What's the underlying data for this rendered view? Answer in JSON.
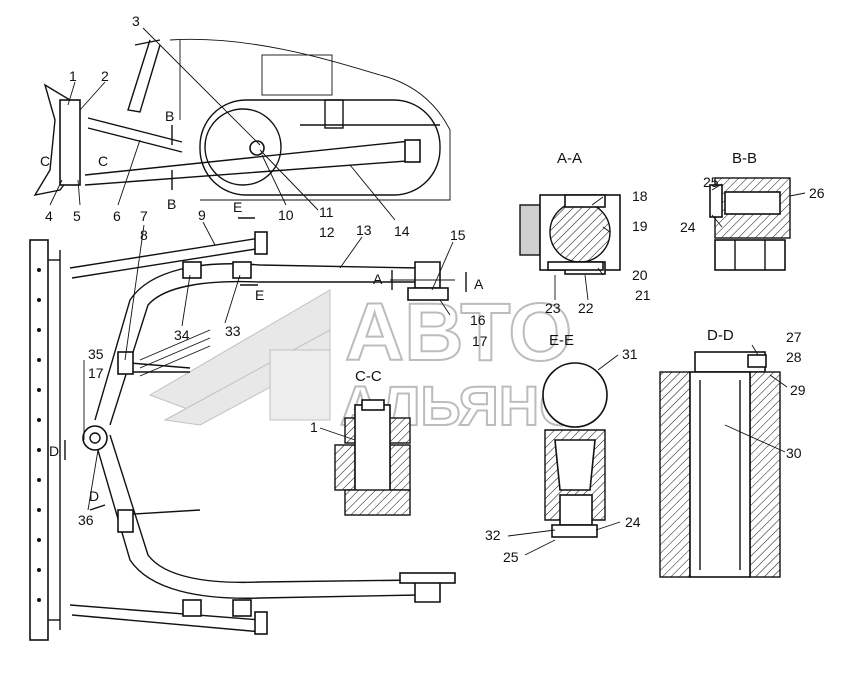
{
  "watermark": {
    "line1": "АВТО",
    "line2": "АЛЬЯНС"
  },
  "section_titles": {
    "aa": "A-A",
    "bb": "B-B",
    "cc": "C-C",
    "dd": "D-D",
    "ee": "E-E"
  },
  "cut_marks": {
    "a": "A",
    "b": "B",
    "c": "C",
    "d": "D",
    "e": "E"
  },
  "callouts": {
    "n1": "1",
    "n2": "2",
    "n3": "3",
    "n4": "4",
    "n5": "5",
    "n6": "6",
    "n7": "7",
    "n8": "8",
    "n9": "9",
    "n10": "10",
    "n11": "11",
    "n12": "12",
    "n13": "13",
    "n14": "14",
    "n15": "15",
    "n16": "16",
    "n17": "17",
    "n18": "18",
    "n19": "19",
    "n20": "20",
    "n21": "21",
    "n22": "22",
    "n23": "23",
    "n24": "24",
    "n25": "25",
    "n26": "26",
    "n27": "27",
    "n28": "28",
    "n29": "29",
    "n30": "30",
    "n31": "31",
    "n32": "32",
    "n33": "33",
    "n34": "34",
    "n35": "35",
    "n36": "36"
  }
}
